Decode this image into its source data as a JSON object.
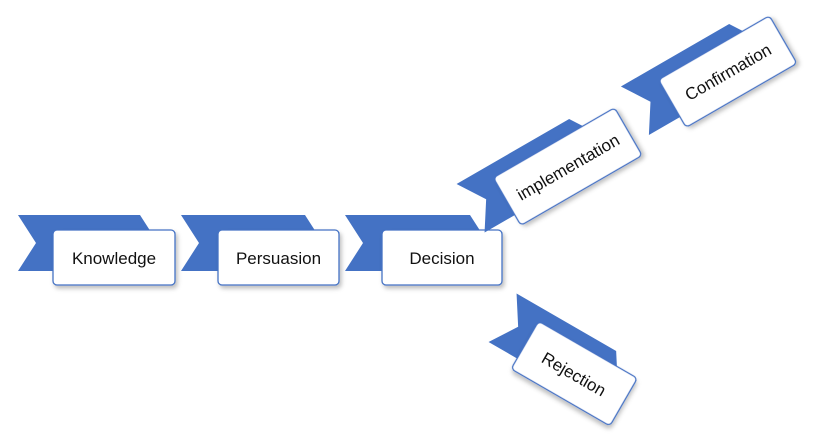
{
  "diagram": {
    "colors": {
      "chevron_fill": "#4472C4",
      "box_fill": "#FFFFFF",
      "box_border": "#4472C4",
      "text": "#111111"
    },
    "main_stages": [
      {
        "label": "Knowledge"
      },
      {
        "label": "Persuasion"
      },
      {
        "label": "Decision"
      }
    ],
    "adoption_branch": [
      {
        "label": "implementation"
      },
      {
        "label": "Confirmation"
      }
    ],
    "rejection_branch": [
      {
        "label": "Rejection"
      }
    ]
  }
}
